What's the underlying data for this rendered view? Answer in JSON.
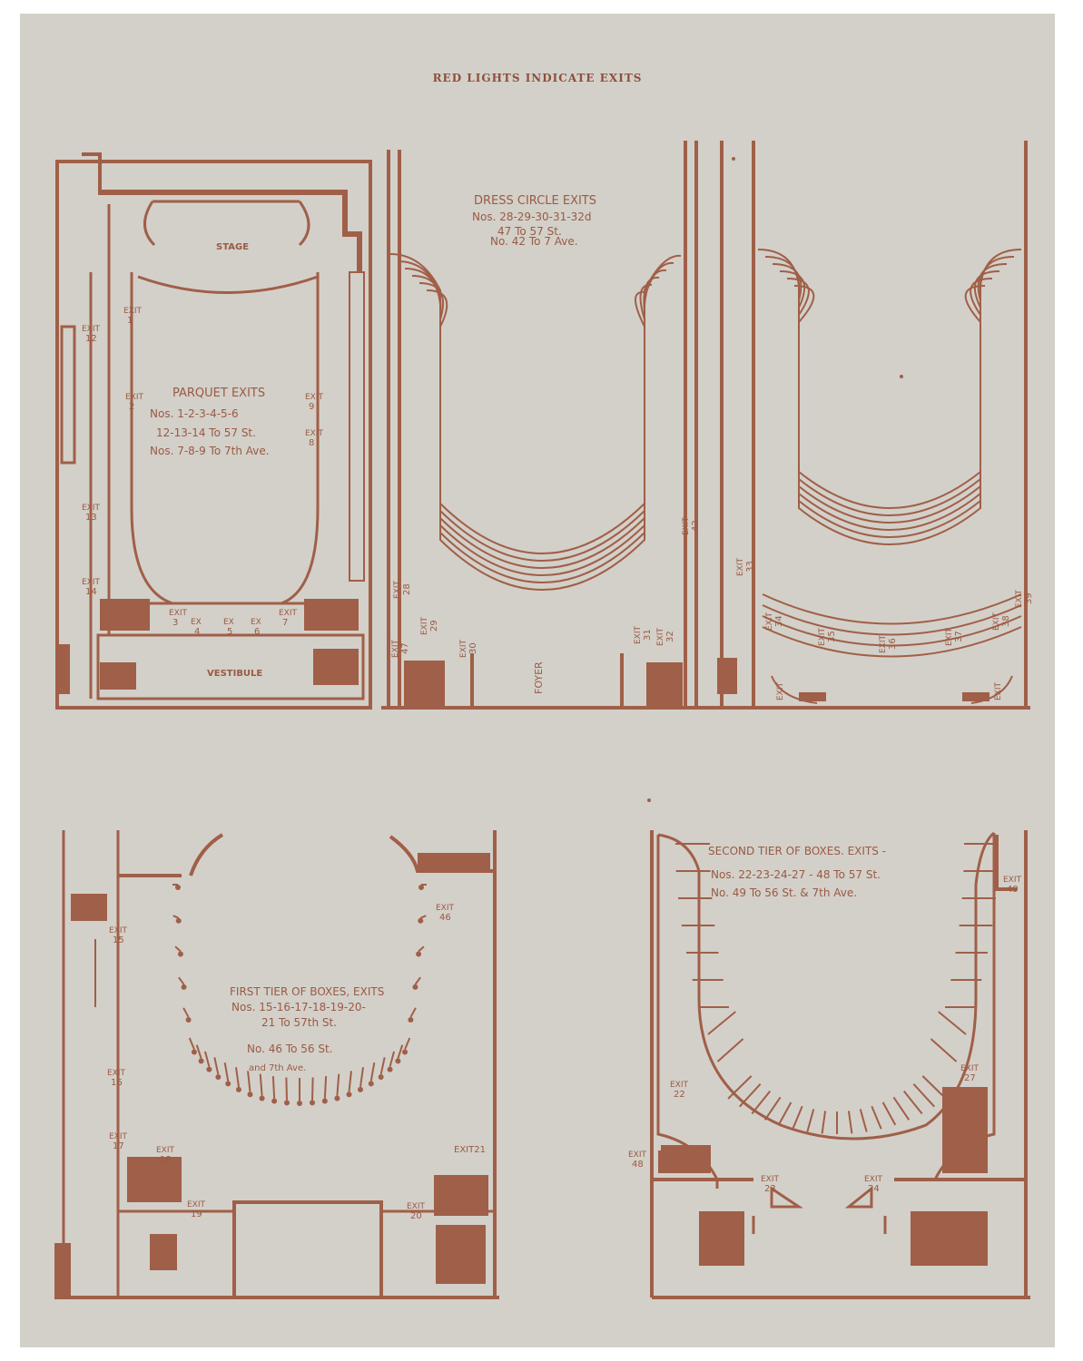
{
  "header": "RED LIGHTS INDICATE EXITS",
  "parquet": {
    "stage": "STAGE",
    "vestibule": "VESTIBULE",
    "title": "PARQUET EXITS",
    "line1": "Nos. 1-2-3-4-5-6",
    "line2": "12-13-14 To 57 St.",
    "line3": "Nos. 7-8-9 To 7th Ave.",
    "exit_word": "EXIT",
    "ex_word": "EX",
    "exits": [
      "1",
      "2",
      "3",
      "4",
      "5",
      "6",
      "7",
      "8",
      "9",
      "12",
      "13",
      "14"
    ]
  },
  "dress_circle": {
    "title": "DRESS CIRCLE EXITS",
    "line1": "Nos. 28-29-30-31-32d",
    "line2": "47 To 57 St.",
    "line3": "No. 42 To 7 Ave.",
    "foyer": "FOYER",
    "exit_word": "EXIT",
    "exits": [
      "28",
      "29",
      "30",
      "31",
      "32",
      "42",
      "47"
    ]
  },
  "balcony": {
    "exit_word": "EXIT",
    "exits": [
      "33",
      "34",
      "35",
      "36",
      "37",
      "38",
      "39"
    ]
  },
  "first_tier": {
    "title": "FIRST TIER OF BOXES, EXITS",
    "line1": "Nos. 15-16-17-18-19-20-",
    "line2": "21 To 57th St.",
    "line3": "No. 46 To 56 St.",
    "line4": "and 7th Ave.",
    "exit_word": "EXIT",
    "exits": [
      "15",
      "16",
      "17",
      "18",
      "19",
      "20",
      "21",
      "46"
    ]
  },
  "second_tier": {
    "title": "SECOND TIER OF BOXES. EXITS -",
    "line1": "Nos. 22-23-24-27 - 48 To 57 St.",
    "line2": "No. 49 To 56 St. & 7th Ave.",
    "exit_word": "EXIT",
    "exits": [
      "22",
      "23",
      "24",
      "27",
      "48",
      "49"
    ]
  },
  "colors": {
    "ink": "#a05f48",
    "paper": "#d3d0c9"
  }
}
